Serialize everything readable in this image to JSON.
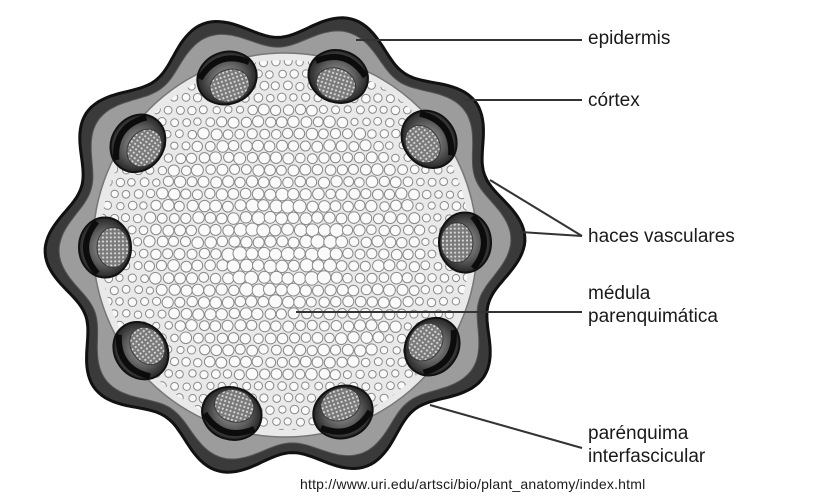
{
  "labels": {
    "epidermis": "epidermis",
    "cortex": "córtex",
    "haces": "haces vasculares",
    "medula_1": "médula",
    "medula_2": "parenquimática",
    "parenquima_1": "parénquima",
    "parenquima_2": "interfascicular"
  },
  "source": "http://www.uri.edu/artsci/bio/plant_anatomy/index.html",
  "colors": {
    "background": "#ffffff",
    "tissue_dark": "#1c1c1c",
    "tissue_mid": "#6e6e6e",
    "cell_fill": "#fafafa",
    "cell_stroke": "#8a8a8a",
    "leader_line": "#333333"
  }
}
